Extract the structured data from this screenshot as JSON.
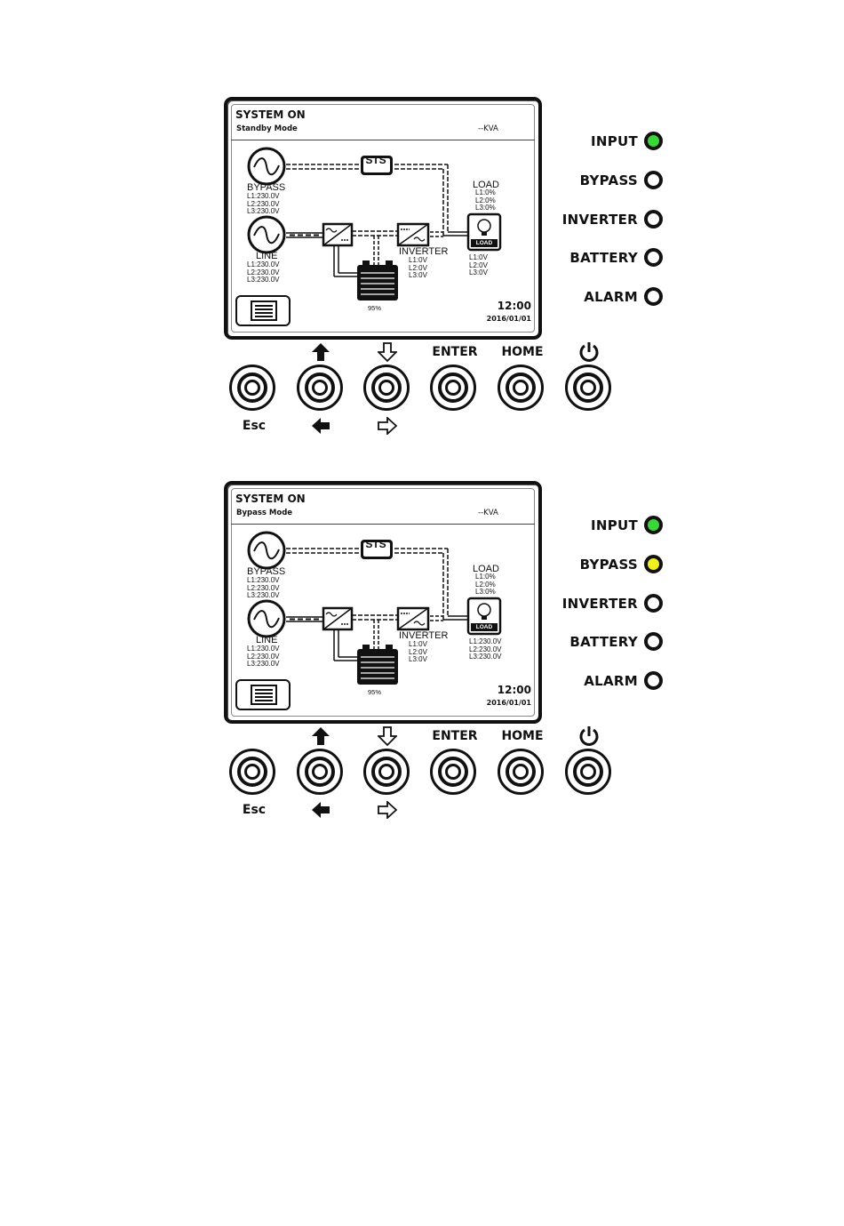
{
  "panels": [
    {
      "system_status": "SYSTEM ON",
      "mode": "Standby Mode",
      "kva": "--KVA",
      "time": "12:00",
      "date": "2016/01/01",
      "bypass": {
        "label": "BYPASS",
        "lines": "L1:230.0V\nL2:230.0V\nL3:230.0V"
      },
      "line": {
        "label": "LINE",
        "lines": "L1:230.0V\nL2:230.0V\nL3:230.0V"
      },
      "sts_label": "STS",
      "inverter": {
        "label": "INVERTER",
        "lines": "L1:0V\nL2:0V\nL3:0V"
      },
      "load": {
        "label": "LOAD",
        "percent_lines": "L1:0%\nL2:0%\nL3:0%",
        "voltage_lines": "L1:0V\nL2:0V\nL3:0V",
        "icon_text": "LOAD"
      },
      "battery_percent": "95%",
      "leds": [
        {
          "label": "INPUT",
          "color": "#3ad63a"
        },
        {
          "label": "BYPASS",
          "color": "#ffffff"
        },
        {
          "label": "INVERTER",
          "color": "#ffffff"
        },
        {
          "label": "BATTERY",
          "color": "#ffffff"
        },
        {
          "label": "ALARM",
          "color": "#ffffff"
        }
      ]
    },
    {
      "system_status": "SYSTEM ON",
      "mode": "Bypass Mode",
      "kva": "--KVA",
      "time": "12:00",
      "date": "2016/01/01",
      "bypass": {
        "label": "BYPASS",
        "lines": "L1:230.0V\nL2:230.0V\nL3:230.0V"
      },
      "line": {
        "label": "LINE",
        "lines": "L1:230.0V\nL2:230.0V\nL3:230.0V"
      },
      "sts_label": "STS",
      "inverter": {
        "label": "INVERTER",
        "lines": "L1:0V\nL2:0V\nL3:0V"
      },
      "load": {
        "label": "LOAD",
        "percent_lines": "L1:0%\nL2:0%\nL3:0%",
        "voltage_lines": "L1:230.0V\nL2:230.0V\nL3:230.0V",
        "icon_text": "LOAD"
      },
      "battery_percent": "95%",
      "leds": [
        {
          "label": "INPUT",
          "color": "#3ad63a"
        },
        {
          "label": "BYPASS",
          "color": "#f0f020"
        },
        {
          "label": "INVERTER",
          "color": "#ffffff"
        },
        {
          "label": "BATTERY",
          "color": "#ffffff"
        },
        {
          "label": "ALARM",
          "color": "#ffffff"
        }
      ]
    }
  ],
  "keys": {
    "esc": "Esc",
    "up_icon": "arrow-up-icon",
    "left_icon": "arrow-left-icon",
    "down_icon": "arrow-down-outline-icon",
    "right_icon": "arrow-right-outline-icon",
    "enter": "ENTER",
    "home": "HOME",
    "power_icon": "power-icon"
  }
}
